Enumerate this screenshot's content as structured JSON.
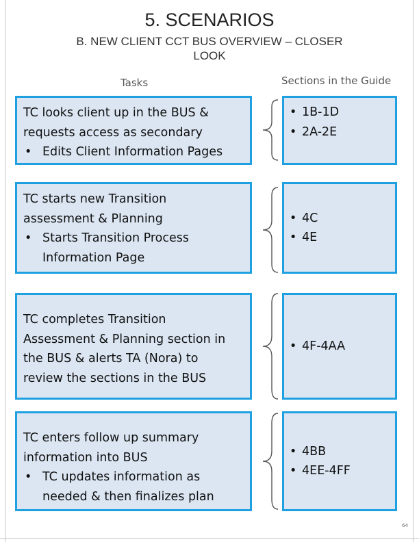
{
  "header": {
    "title": "5. SCENARIOS",
    "subtitle_line1": "B. NEW CLIENT CCT BUS OVERVIEW – CLOSER",
    "subtitle_line2": "LOOK"
  },
  "columns": {
    "tasks": "Tasks",
    "sections": "Sections in the Guide"
  },
  "rows": [
    {
      "task_lines": [
        "TC looks client up in the BUS &",
        "requests access as secondary"
      ],
      "task_bullets": [
        [
          "Edits Client Information Pages"
        ]
      ],
      "sections": [
        "1B-1D",
        "2A-2E"
      ]
    },
    {
      "task_lines": [
        "TC starts new Transition",
        "assessment & Planning"
      ],
      "task_bullets": [
        [
          "Starts Transition Process",
          "Information Page"
        ]
      ],
      "sections": [
        "4C",
        "4E"
      ]
    },
    {
      "task_lines": [
        "TC completes Transition",
        "Assessment & Planning section in",
        "the BUS & alerts TA (Nora) to",
        "review the sections in the BUS"
      ],
      "task_bullets": [],
      "sections": [
        "4F-4AA"
      ]
    },
    {
      "task_lines": [
        "TC enters follow up summary",
        "information into BUS"
      ],
      "task_bullets": [
        [
          "TC updates information as",
          "needed & then finalizes plan"
        ]
      ],
      "sections": [
        "4BB",
        "4EE-4FF"
      ]
    }
  ],
  "bullet_char": "•",
  "page_number": "64",
  "colors": {
    "box_fill": "#dbe6f2",
    "box_border": "#1fa0e0"
  }
}
